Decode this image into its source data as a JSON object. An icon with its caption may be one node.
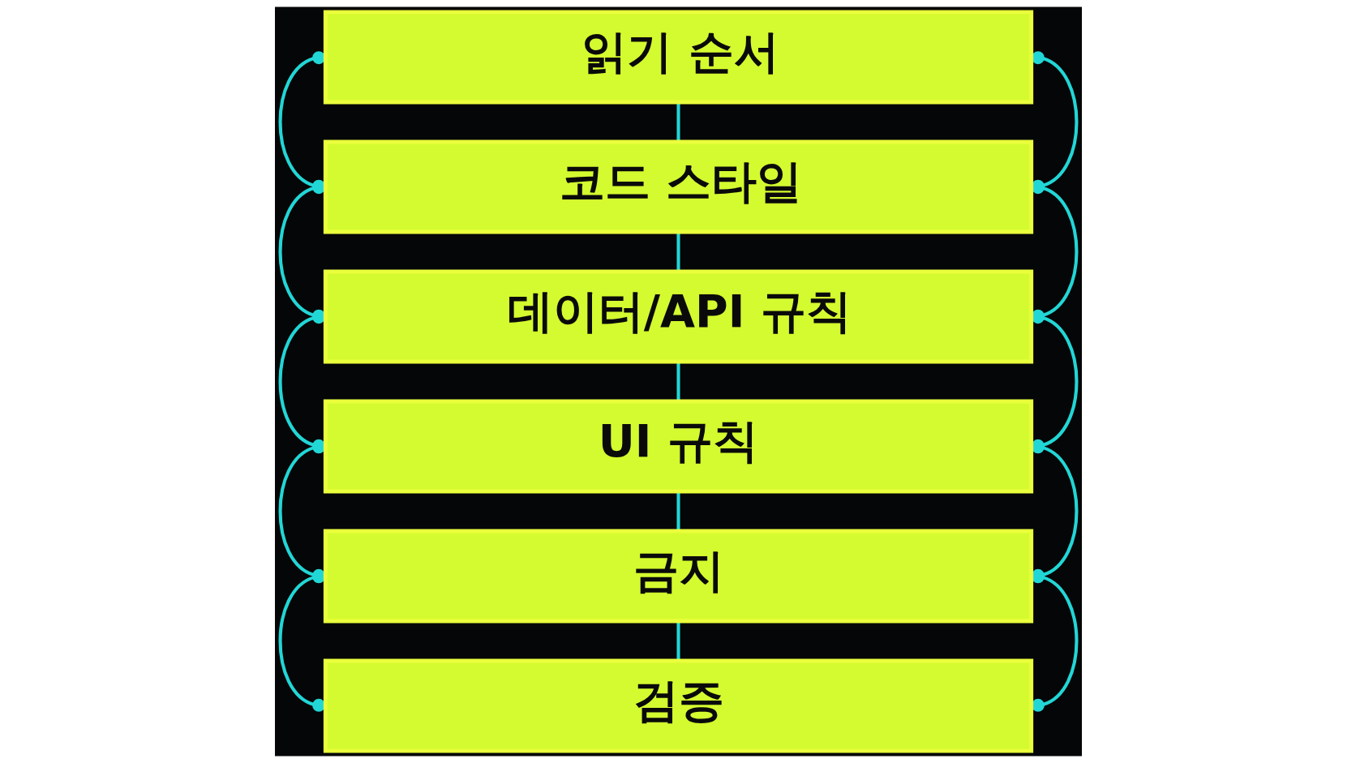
{
  "diagram": {
    "nodes": [
      {
        "text": [
          "읽기 순서"
        ]
      },
      {
        "text": [
          "코드 스타일"
        ]
      },
      {
        "text": [
          "데이터/API 규칙"
        ]
      },
      {
        "text": [
          "UI 규칙"
        ]
      },
      {
        "text": [
          "금지"
        ]
      },
      {
        "text": [
          "검증"
        ]
      }
    ],
    "edges": [
      {
        "from": 0,
        "to": 1,
        "arrow": "none"
      },
      {
        "from": 1,
        "to": 2,
        "arrow": "none"
      },
      {
        "from": 2,
        "to": 3,
        "arrow": "none"
      },
      {
        "from": 3,
        "to": 4,
        "arrow": "none"
      },
      {
        "from": 4,
        "to": 5,
        "arrow": "none"
      },
      {
        "from": 0,
        "to": 1,
        "arrow": "other"
      },
      {
        "from": 1,
        "to": 2,
        "arrow": "other"
      },
      {
        "from": 2,
        "to": 3,
        "arrow": "other"
      },
      {
        "from": 3,
        "to": 4,
        "arrow": "other"
      },
      {
        "from": 4,
        "to": 5,
        "arrow": "other"
      },
      {
        "from": 0,
        "to": 1,
        "arrow": "other"
      },
      {
        "from": 1,
        "to": 2,
        "arrow": "other"
      },
      {
        "from": 2,
        "to": 3,
        "arrow": "other"
      },
      {
        "from": 3,
        "to": 4,
        "arrow": "other"
      },
      {
        "from": 4,
        "to": 5,
        "arrow": "other"
      }
    ]
  }
}
